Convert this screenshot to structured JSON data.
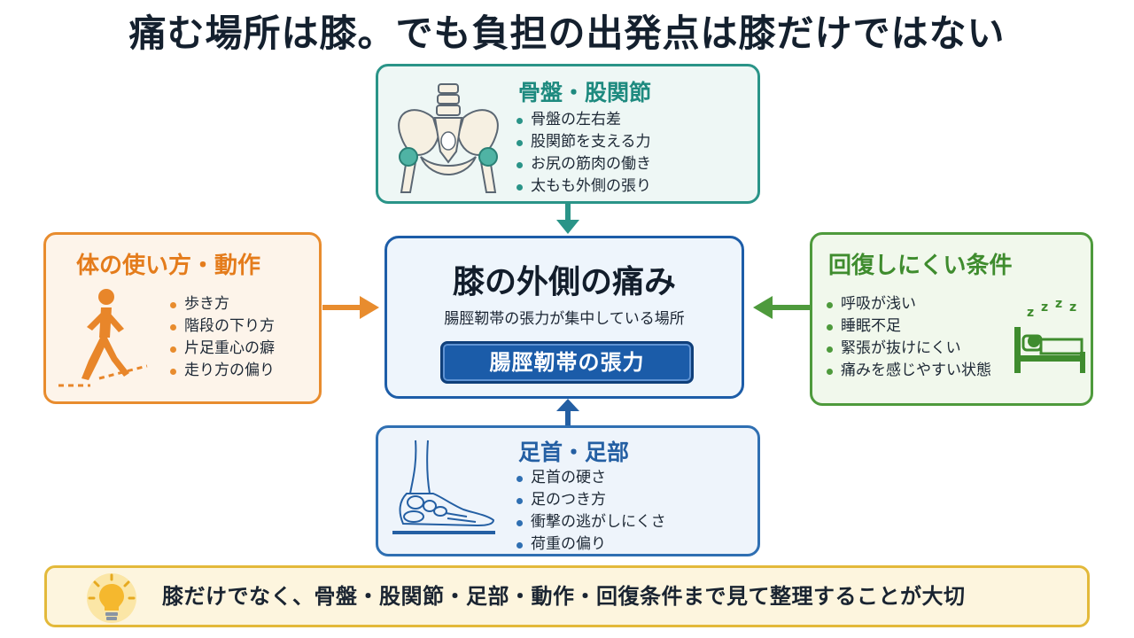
{
  "title": "痛む場所は膝。でも負担の出発点は膝だけではない",
  "center": {
    "heading": "膝の外側の痛み",
    "subtitle": "腸脛靭帯の張力が集中している場所",
    "pill": "腸脛靭帯の張力"
  },
  "top_box": {
    "heading": "骨盤・股関節",
    "items": [
      "骨盤の左右差",
      "股関節を支える力",
      "お尻の筋肉の働き",
      "太もも外側の張り"
    ]
  },
  "left_box": {
    "heading": "体の使い方・動作",
    "items": [
      "歩き方",
      "階段の下り方",
      "片足重心の癖",
      "走り方の偏り"
    ]
  },
  "right_box": {
    "heading": "回復しにくい条件",
    "items": [
      "呼吸が浅い",
      "睡眠不足",
      "緊張が抜けにくい",
      "痛みを感じやすい状態"
    ]
  },
  "bottom_box": {
    "heading": "足首・足部",
    "items": [
      "足首の硬さ",
      "足のつき方",
      "衝撃の逃がしにくさ",
      "荷重の偏り"
    ]
  },
  "banner": {
    "message": "膝だけでなく、骨盤・股関節・足部・動作・回復条件まで見て整理することが大切"
  },
  "colors": {
    "teal": "#2a9488",
    "orange": "#e88c2e",
    "green": "#4e9a3c",
    "blue": "#2f6fb2",
    "navy": "#1b5ca9",
    "gold": "#e3b93a"
  },
  "icons": {
    "top": "pelvis-icon",
    "left": "walking-person-icon",
    "right": "sleeping-person-icon",
    "bottom": "foot-skeleton-icon",
    "banner": "lightbulb-icon"
  }
}
